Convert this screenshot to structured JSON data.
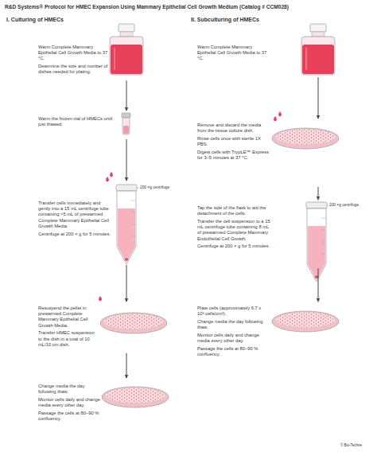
{
  "diagram": {
    "title": "R&D Systems® Protocol for HMEC Expansion Using Mammary Epithelial Cell Growth Medium (Catalog # CCM028)",
    "nodes": [
      {
        "text": [
          "Warm Complete Mammary Epithelial Cell Growth Media to 37 °C.",
          "Determine the size and number of dishes needed for plating."
        ]
      },
      {
        "text": [
          "Warm the frozen vial of HMECs until just thawed."
        ]
      },
      {
        "text": [
          "Transfer cells immediately and gently into a 15 mL centrifuge tube containing >5 mL of prewarmed Complete Mammary Epithelial Cell Growth Media.",
          "Centrifuge at 200 × g for 5 minutes."
        ]
      },
      {
        "text": [
          "Resuspend the pellet in prewarmed Complete Mammary Epithelial Cell Growth Media.",
          "Transfer HMEC suspension to the dish in a total of 10 mL/10 cm dish."
        ]
      },
      {
        "text": [
          "Change media the day following thaw.",
          "Monitor cells daily and change media every other day.",
          "Passage the cells at 80–90 % confluency."
        ]
      },
      {
        "text": [
          "Warm Complete Mammary Epithelial Cell Growth Media to 37 °C."
        ]
      },
      {
        "text": [
          "Remove and discard the media from the tissue culture dish.",
          "Rinse cells once with sterile 1X PBS.",
          "Digest cells with TrypLE™ Express for 3–5 minutes at 37 °C."
        ]
      },
      {
        "text": [
          "Tap the side of the flask to aid the detachment of the cells.",
          "Transfer the cell suspension to a 15 mL centrifuge tube containing 8 mL of prewarmed Complete Mammary Endothelial Cell Growth.",
          "Centrifuge at 200 × g for 5 minutes."
        ]
      },
      {
        "text": [
          "Plate cells (approximately 6.7 x 10³ cells/cm²).",
          "Change media the day following thaw.",
          "Monitor cells daily and change media every other day.",
          "Passage the cells at 80–90 % confluency."
        ]
      }
    ],
    "edges": [
      {
        "from": 0,
        "to": 1,
        "arrow": "to"
      },
      {
        "from": 1,
        "to": 2,
        "arrow": "to"
      },
      {
        "from": 2,
        "to": 3,
        "arrow": "to"
      },
      {
        "from": 3,
        "to": 4,
        "arrow": "to"
      },
      {
        "from": 5,
        "to": 6,
        "arrow": "to"
      },
      {
        "from": 6,
        "to": 7,
        "arrow": "to"
      },
      {
        "from": 7,
        "to": 8,
        "arrow": "to"
      }
    ],
    "labels": [
      "I. Culturing of HMECs",
      "II. Subculturing of HMECs",
      "200 ×g centrifuge",
      "200 ×g centrifuge",
      "© Bio-Techne"
    ]
  }
}
